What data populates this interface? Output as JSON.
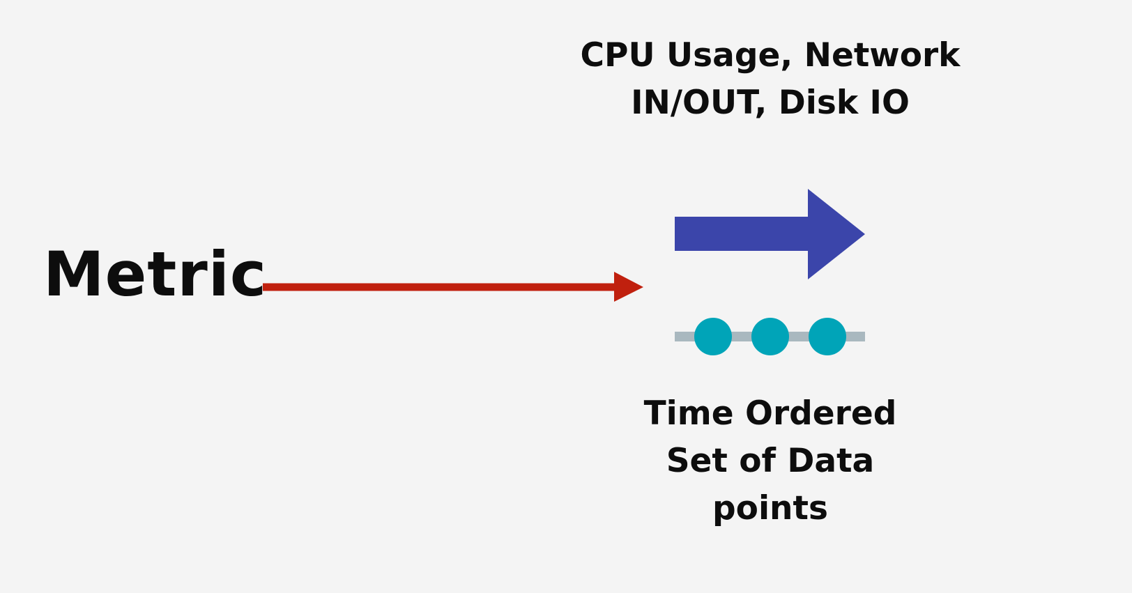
{
  "metric": {
    "label": "Metric"
  },
  "examples": {
    "lines": [
      "CPU Usage, Network",
      "IN/OUT, Disk IO"
    ]
  },
  "time_series": {
    "lines": [
      "Time Ordered",
      "Set of Data",
      "points"
    ],
    "point_count": 3
  },
  "colors": {
    "background": "#f4f4f4",
    "text": "#0d0d0d",
    "red_arrow": "#c0200e",
    "blue_arrow": "#3b45aa",
    "timeline": "#a9b8bf",
    "data_point": "#00a4b8"
  }
}
